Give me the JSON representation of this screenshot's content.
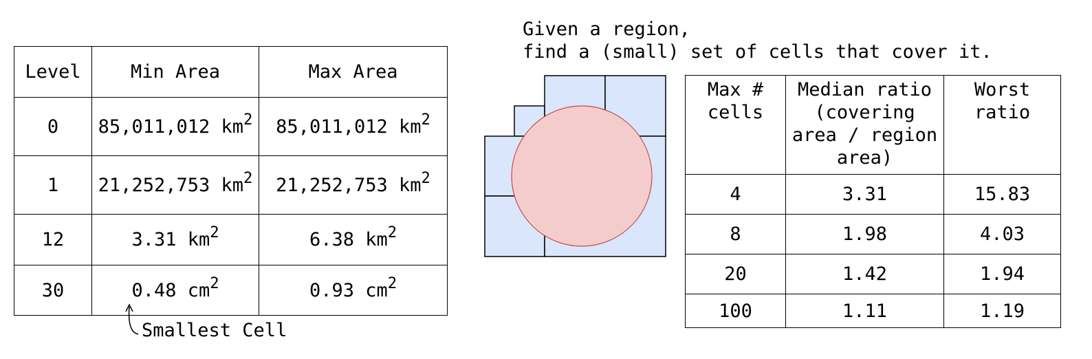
{
  "levels_table": {
    "headers": [
      "Level",
      "Min Area",
      "Max Area"
    ],
    "rows": [
      {
        "level": "0",
        "min": "85,011,012 km",
        "max": "85,011,012 km",
        "exp": "2"
      },
      {
        "level": "1",
        "min": "21,252,753 km",
        "max": "21,252,753 km",
        "exp": "2"
      },
      {
        "level": "12",
        "min": "3.31 km",
        "max": "6.38 km",
        "exp": "2"
      },
      {
        "level": "30",
        "min": "0.48 cm",
        "max": "0.93 cm",
        "exp": "2"
      }
    ],
    "annotation": "Smallest Cell"
  },
  "caption": {
    "line1": "Given a region,",
    "line2": "find a (small) set of cells that cover it."
  },
  "covering_diagram": {
    "cell_fill": "#dae6fb",
    "cell_stroke": "#000000",
    "region_fill": "#f5cccc",
    "region_stroke": "#c0504d"
  },
  "covering_table": {
    "headers": [
      [
        "Max #",
        "cells"
      ],
      [
        "Median ratio",
        "(covering",
        "area / region",
        "area)"
      ],
      [
        "Worst",
        "ratio"
      ]
    ],
    "rows": [
      {
        "cells": "4",
        "median": "3.31",
        "worst": "15.83"
      },
      {
        "cells": "8",
        "median": "1.98",
        "worst": "4.03"
      },
      {
        "cells": "20",
        "median": "1.42",
        "worst": "1.94"
      },
      {
        "cells": "100",
        "median": "1.11",
        "worst": "1.19"
      }
    ]
  }
}
